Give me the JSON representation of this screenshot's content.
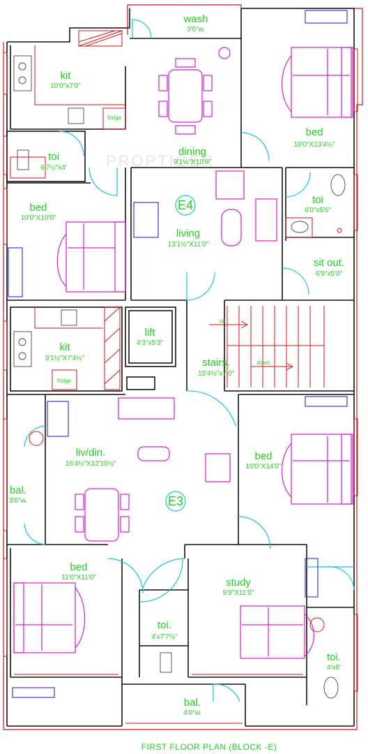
{
  "plan": {
    "caption": "FIRST FLOOR PLAN (BLOCK -E)",
    "watermark": "PROPTIGER",
    "units": {
      "e4": "E4",
      "e3": "E3"
    },
    "rooms": {
      "wash": {
        "name": "wash",
        "dim": "3'0\"w."
      },
      "kit_top": {
        "name": "kit",
        "dim": "10'0\"x7'0\""
      },
      "dining": {
        "name": "dining",
        "dim": "9'1½\"X10'9\""
      },
      "bed_tr": {
        "name": "bed",
        "dim": "10'0\"X13'4½\""
      },
      "toi_tl": {
        "name": "toi",
        "dim": "6'7½\"x4'"
      },
      "bed_tl": {
        "name": "bed",
        "dim": "10'0\"X10'0\""
      },
      "living": {
        "name": "living",
        "dim": "13'1½\"X11'0\""
      },
      "toi_tr": {
        "name": "toi",
        "dim": "6'0\"x5'6\""
      },
      "sitout": {
        "name": "sit out.",
        "dim": "6'9\"x5'0\""
      },
      "kit_mid": {
        "name": "kit",
        "dim": "9'1½\"X7'4½\""
      },
      "lift": {
        "name": "lift",
        "dim": "4'3\"x5'3\""
      },
      "stairs": {
        "name": "stairs.",
        "dim": "15'4½\"x7'0\""
      },
      "bed_mr": {
        "name": "bed",
        "dim": "10'0\"X14'0\""
      },
      "livdin": {
        "name": "liv/din.",
        "dim": "16'4½\"X12'10½\""
      },
      "bal_l": {
        "name": "bal.",
        "dim": "3'6\"w."
      },
      "bed_bl": {
        "name": "bed",
        "dim": "11'0\"X11'0\""
      },
      "study": {
        "name": "study",
        "dim": "9'9\"X11'0\""
      },
      "toi_bm": {
        "name": "toi.",
        "dim": "4'x7'7½\""
      },
      "toi_br": {
        "name": "toi.",
        "dim": "4'x8'"
      },
      "bal_b": {
        "name": "bal.",
        "dim": "4'0\"w."
      }
    },
    "notes": {
      "fridge": "fridge",
      "up": "up",
      "down": "down"
    }
  }
}
